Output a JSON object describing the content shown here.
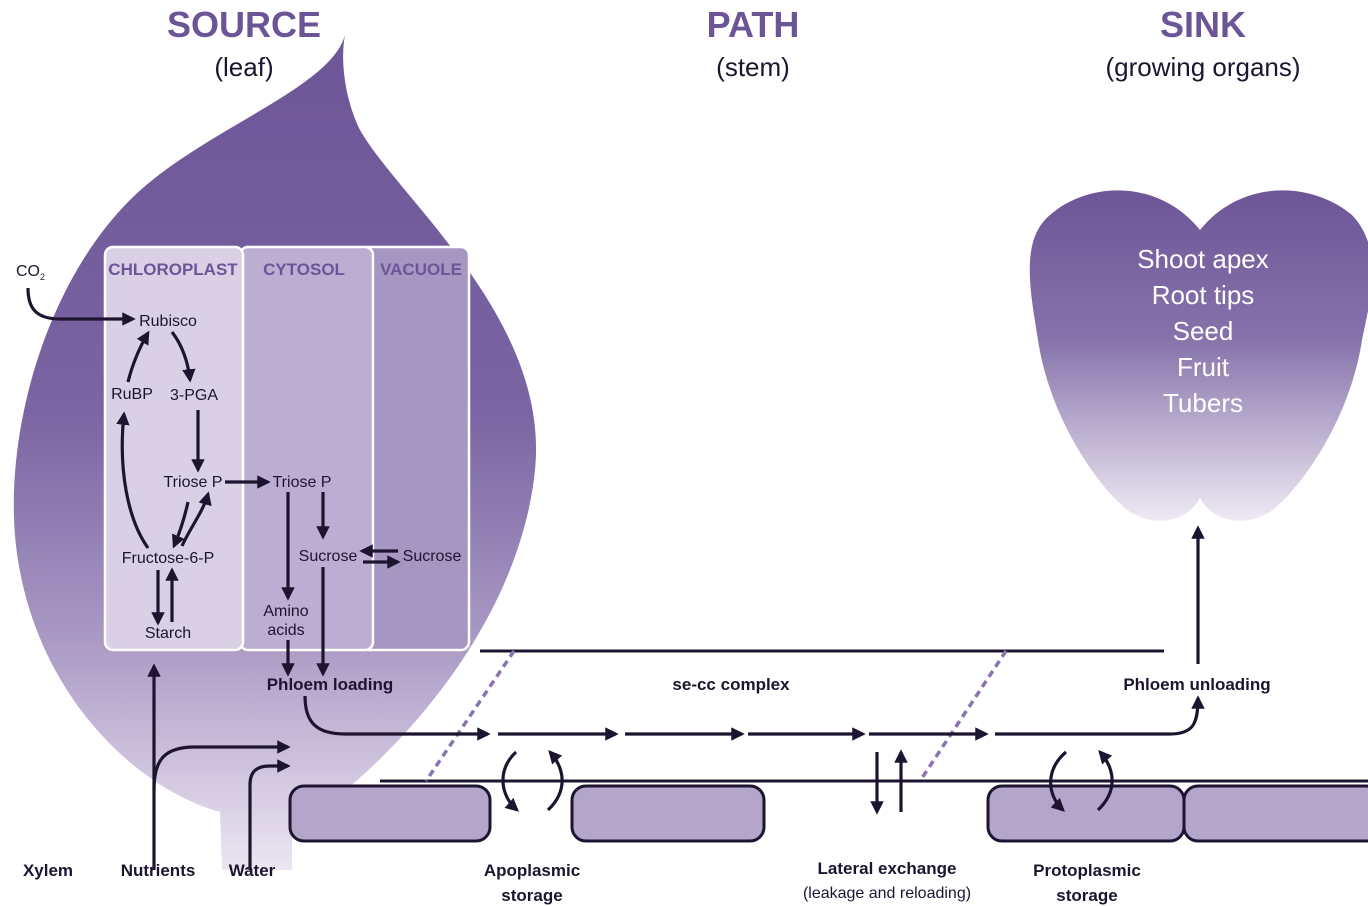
{
  "headers": {
    "source": {
      "title": "SOURCE",
      "subtitle": "(leaf)"
    },
    "path": {
      "title": "PATH",
      "subtitle": "(stem)"
    },
    "sink": {
      "title": "SINK",
      "subtitle": "(growing organs)"
    }
  },
  "compartments": {
    "chloroplast": "CHLOROPLAST",
    "cytosol": "CYTOSOL",
    "vacuole": "VACUOLE"
  },
  "metabolites": {
    "co2_main": "CO",
    "co2_sub": "2",
    "rubisco": "Rubisco",
    "rubp": "RuBP",
    "pga": "3-PGA",
    "triose_chloro": "Triose P",
    "triose_cyto": "Triose P",
    "fructose": "Fructose-6-P",
    "starch": "Starch",
    "sucrose_cyto": "Sucrose",
    "sucrose_vac": "Sucrose",
    "amino_1": "Amino",
    "amino_2": "acids"
  },
  "processes": {
    "phloem_loading": "Phloem loading",
    "se_cc": "se-cc complex",
    "phloem_unloading": "Phloem unloading"
  },
  "sink_organs": [
    "Shoot apex",
    "Root tips",
    "Seed",
    "Fruit",
    "Tubers"
  ],
  "bottom_labels": {
    "xylem": "Xylem",
    "nutrients": "Nutrients",
    "water": "Water",
    "apoplasmic_1": "Apoplasmic",
    "apoplasmic_2": "storage",
    "lateral_1": "Lateral exchange",
    "lateral_2": "(leakage and reloading)",
    "protoplasmic_1": "Protoplasmic",
    "protoplasmic_2": "storage"
  },
  "colors": {
    "accent": "#6c5596",
    "dark": "#1d1530",
    "leaf_top": "#715a9a",
    "leaf_bottom": "#e8e1ef",
    "cell": "#b4a5cb"
  }
}
